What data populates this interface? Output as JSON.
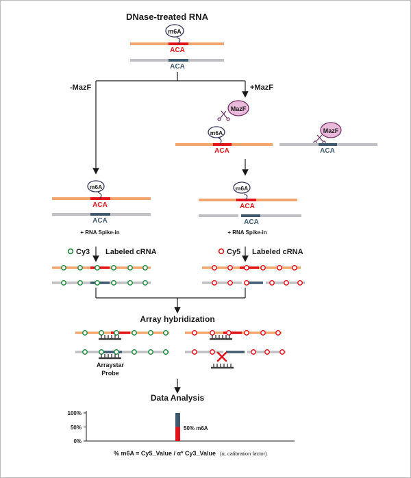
{
  "title": "DNase-treated RNA",
  "m6a_label": "m6A",
  "motif": "ACA",
  "branch_left_label": "-MazF",
  "branch_right_label": "+MazF",
  "enzyme_label": "MazF",
  "spike_in_label": "+ RNA Spike-in",
  "cy3_label": "Cy3",
  "cy5_label": "Cy5",
  "labeled_crna_label": "Labeled cRNA",
  "array_hybridization_label": "Array hybridization",
  "probe_label_line1": "Arraystar",
  "probe_label_line2": "Probe",
  "data_analysis_label": "Data Analysis",
  "bar_annotation": "50% m6A",
  "y_ticks": [
    "100%",
    "50%",
    "0%"
  ],
  "formula": "% m6A = Cy5_Value / α* Cy3_Value",
  "formula_note": "(α, calibration factor)",
  "colors": {
    "orange_strand": "#f2a66e",
    "gray_strand": "#bfbfc4",
    "red": "#e3131b",
    "slate": "#3f5a70",
    "green": "#1f8a3c",
    "pink": "#e8b9d8",
    "purple": "#6a2a5e",
    "navy": "#33345c",
    "line": "#1a1a1a"
  },
  "chart_data": {
    "type": "bar",
    "categories": [
      ""
    ],
    "series": [
      {
        "name": "",
        "values": [
          50
        ]
      },
      {
        "name": "",
        "values": [
          50
        ]
      }
    ],
    "yticks": [
      "100%",
      "50%",
      "0%"
    ],
    "ylim": [
      0,
      100
    ],
    "annotation": "50% m6A"
  }
}
